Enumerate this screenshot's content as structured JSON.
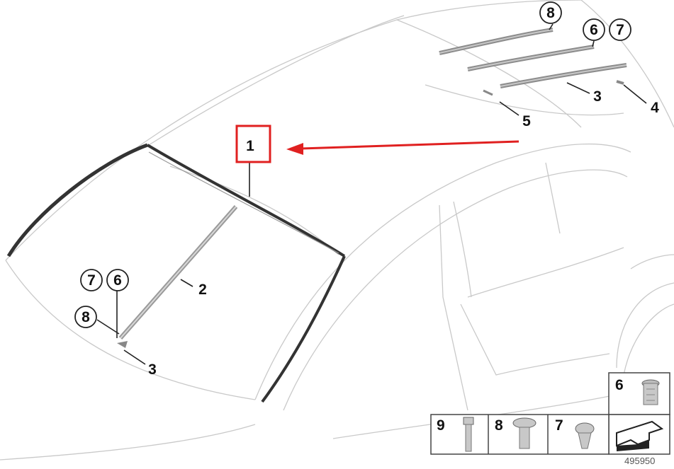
{
  "callouts": {
    "top_8": "8",
    "top_6": "6",
    "top_7": "7",
    "top_3": "3",
    "top_4": "4",
    "top_5": "5",
    "main_1": "1",
    "side_2": "2",
    "left_7": "7",
    "left_6": "6",
    "left_8": "8",
    "bottom_3": "3"
  },
  "parts_legend": {
    "item_6": "6",
    "item_9": "9",
    "item_8": "8",
    "item_7": "7"
  },
  "diagram_id": "495950",
  "colors": {
    "highlight_box": "#e02020",
    "arrow": "#e02020",
    "seal": "#333333",
    "trim_strip": "#9a9a9a",
    "car_outline": "#c9c9c9"
  }
}
